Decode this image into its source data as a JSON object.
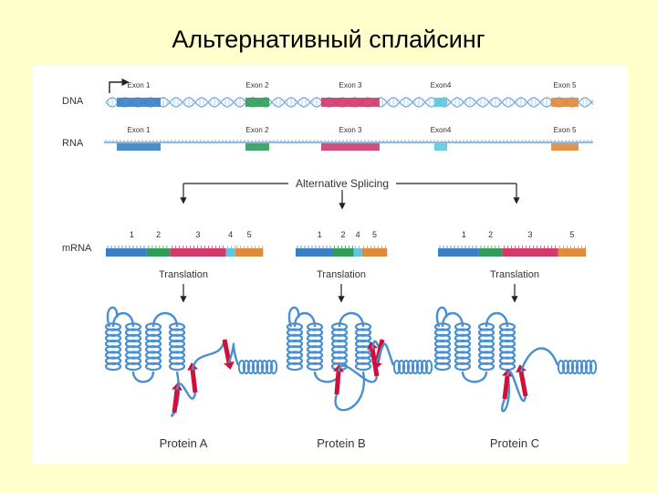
{
  "slide": {
    "title": "Альтернативный сплайсинг"
  },
  "diagram": {
    "row_labels": {
      "dna": "DNA",
      "rna": "RNA",
      "mrna": "mRNA"
    },
    "exons": [
      {
        "label": "Exon 1",
        "color": "#3b7fc4"
      },
      {
        "label": "Exon 2",
        "color": "#2f9d5a"
      },
      {
        "label": "Exon 3",
        "color": "#d23a6a"
      },
      {
        "label": "Exon4",
        "color": "#5ec6e0"
      },
      {
        "label": "Exon 5",
        "color": "#e08a3c"
      }
    ],
    "splicing_label": "Alternative Splicing",
    "variants": [
      {
        "mrna_numbers": [
          "1",
          "2",
          "3",
          "4",
          "5"
        ],
        "translation": "Translation",
        "protein": "Protein A"
      },
      {
        "mrna_numbers": [
          "1",
          "2",
          "4",
          "5"
        ],
        "translation": "Translation",
        "protein": "Protein B"
      },
      {
        "mrna_numbers": [
          "1",
          "2",
          "3",
          "5"
        ],
        "translation": "Translation",
        "protein": "Protein C"
      }
    ],
    "colors": {
      "strand": "#4a8fcf",
      "helix": "#4a8fcf",
      "sheet": "#d0103a",
      "line": "#222"
    }
  }
}
